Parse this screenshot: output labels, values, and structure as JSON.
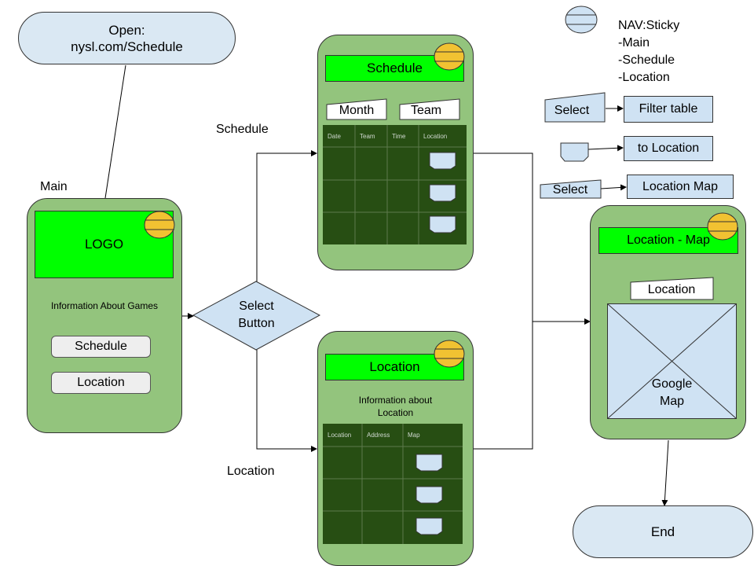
{
  "start": {
    "line1": "Open:",
    "line2": "nysl.com/Schedule"
  },
  "main": {
    "label": "Main",
    "logo": "LOGO",
    "info": "Information About Games",
    "buttons": [
      "Schedule",
      "Location"
    ]
  },
  "decision": {
    "line1": "Select",
    "line2": "Button"
  },
  "edges": {
    "schedule": "Schedule",
    "location": "Location"
  },
  "schedule_screen": {
    "title": "Schedule",
    "filters": [
      "Month",
      "Team"
    ],
    "columns": [
      "Date",
      "Team",
      "Time",
      "Location"
    ]
  },
  "location_screen": {
    "title": "Location",
    "info_line1": "Information  about",
    "info_line2": "Location",
    "columns": [
      "Location",
      "Address",
      "Map"
    ]
  },
  "legend": {
    "nav_lines": [
      "NAV:Sticky",
      "-Main",
      "-Schedule",
      "-Location"
    ],
    "select1": "Select",
    "filter": "Filter table",
    "to_location": "to Location",
    "select2": "Select",
    "location_map": "Location Map"
  },
  "map_screen": {
    "title": "Location - Map",
    "location_button": "Location",
    "map_line1": "Google",
    "map_line2": "Map"
  },
  "end": {
    "label": "End"
  },
  "colors": {
    "phone": "#93c47d",
    "bar": "#00ff00",
    "table": "#274e13",
    "terminal": "#dae8f3",
    "nav_icon": "#f1c232"
  }
}
